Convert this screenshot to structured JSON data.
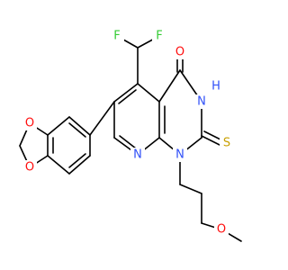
{
  "molecule": {
    "atoms": [
      {
        "id": "F1",
        "text": "F",
        "color": "#33CC33"
      },
      {
        "id": "F2",
        "text": "F",
        "color": "#33CC33"
      },
      {
        "id": "O4",
        "text": "O",
        "color": "#FF0D0D"
      },
      {
        "id": "N3",
        "text": "N",
        "color": "#3050F8"
      },
      {
        "id": "H3",
        "text": "H",
        "color": "#3050F8"
      },
      {
        "id": "S2",
        "text": "S",
        "color": "#C8A000"
      },
      {
        "id": "N8",
        "text": "N",
        "color": "#3050F8"
      },
      {
        "id": "N1",
        "text": "N",
        "color": "#3050F8"
      },
      {
        "id": "Oa",
        "text": "O",
        "color": "#FF0D0D"
      },
      {
        "id": "Ob",
        "text": "O",
        "color": "#FF0D0D"
      },
      {
        "id": "Om",
        "text": "O",
        "color": "#FF0D0D"
      }
    ]
  }
}
